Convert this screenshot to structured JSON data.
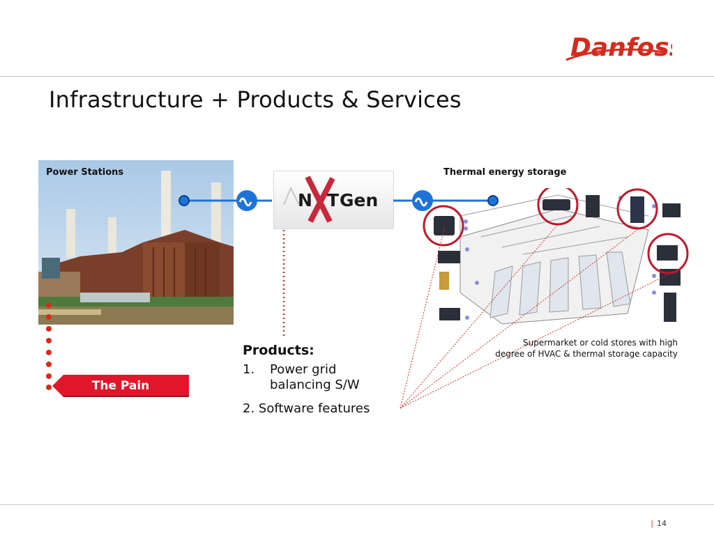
{
  "brand": {
    "logo_text": "Danfoss",
    "color": "#d52b1e"
  },
  "slide": {
    "title": "Infrastructure + Products & Services",
    "page_number": "14",
    "footer_separator": "|"
  },
  "diagram": {
    "power_stations_label": "Power Stations",
    "thermal_storage_label": "Thermal energy storage",
    "nextgen_logo": {
      "n": "N",
      "t": "T",
      "gen": "Gen"
    },
    "pain_label": "The Pain",
    "products": {
      "heading": "Products:",
      "item1_num": "1.",
      "item1_line1": "Power grid",
      "item1_line2": "balancing S/W",
      "item2": "2. Software features"
    },
    "supermarket_caption_line1": "Supermarket or cold stores with high",
    "supermarket_caption_line2": "degree of HVAC & thermal storage capacity"
  }
}
